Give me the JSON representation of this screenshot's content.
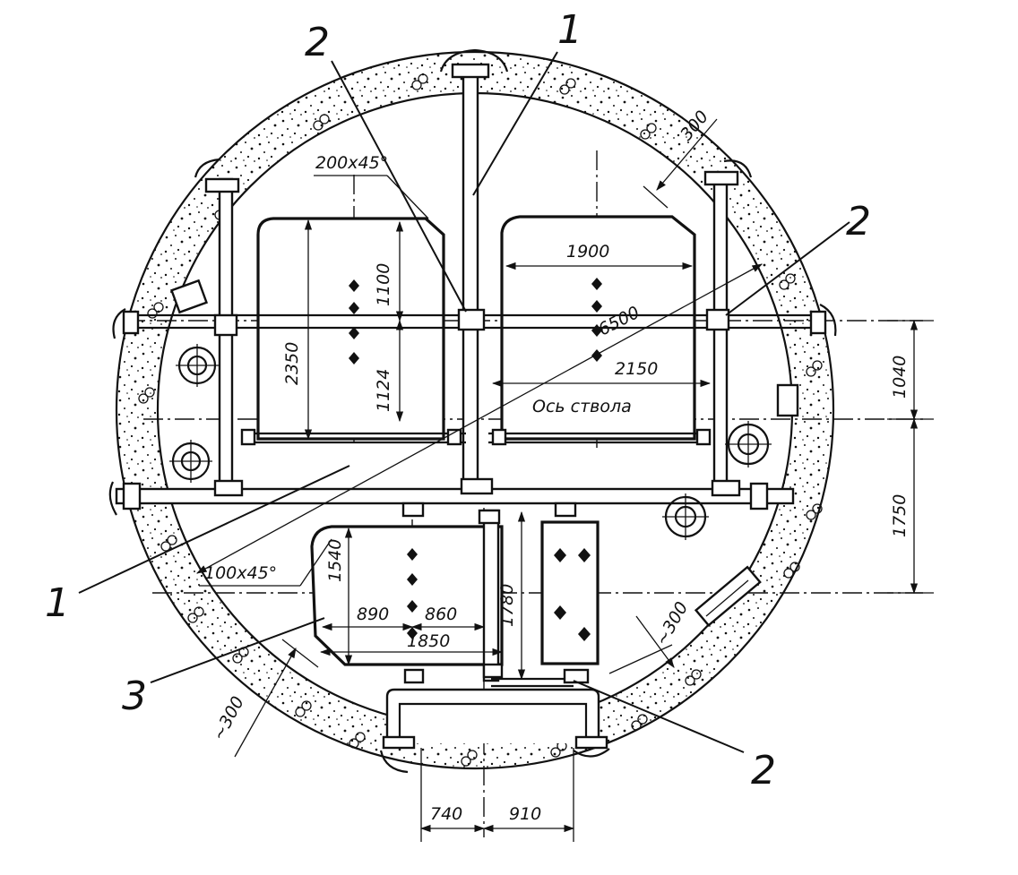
{
  "labels": {
    "callout_1": "1",
    "callout_2": "2",
    "callout_3": "3"
  },
  "dimensions": {
    "d300": "300",
    "d_approx300": "~300",
    "d200x45": "200x45°",
    "d100x45": "100x45°",
    "d1900": "1900",
    "d6500": "6500",
    "d2150": "2150",
    "d1100": "1100",
    "d1124": "1124",
    "d2350": "2350",
    "d1040": "1040",
    "d1750": "1750",
    "d1540": "1540",
    "d890": "890",
    "d860": "860",
    "d1850": "1850",
    "d1780": "1780",
    "d740": "740",
    "d910": "910"
  },
  "annotations": {
    "shaft_axis": "Ось ствола"
  }
}
